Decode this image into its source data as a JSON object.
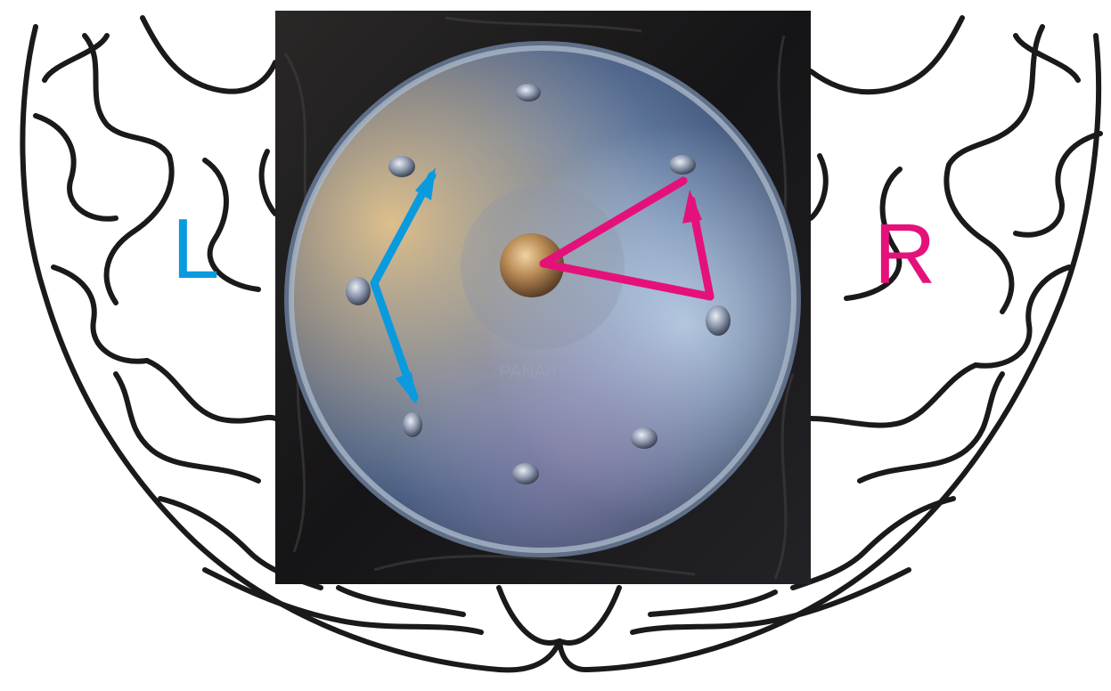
{
  "labels": {
    "left": "L",
    "right": "R"
  },
  "colors": {
    "left_hemisphere": "#0a9ade",
    "right_hemisphere": "#e5117a",
    "brain_outline": "#1a1a1a",
    "photo_background": "#1b1a1c"
  },
  "icons": {
    "brain": "brain-outline-icon",
    "instrument": "handpan-icon"
  },
  "instrument": {
    "engraving": "PANArt"
  }
}
